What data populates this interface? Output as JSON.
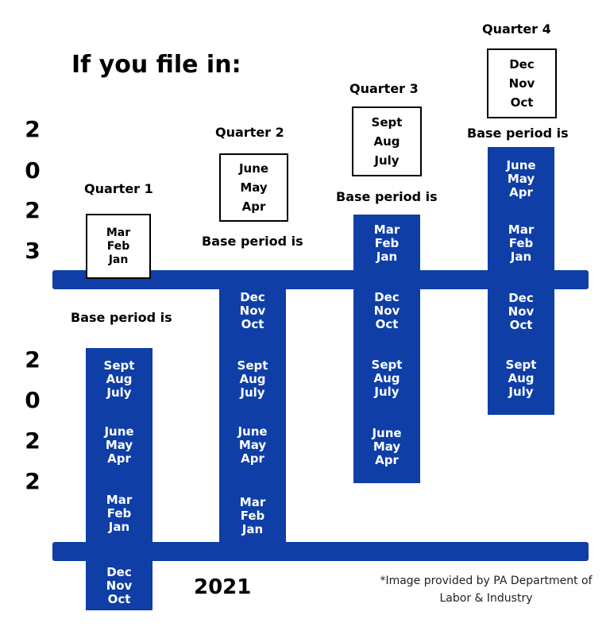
{
  "title": "If you file in:",
  "years": {
    "y2023": [
      "2",
      "0",
      "2",
      "3"
    ],
    "y2022": [
      "2",
      "0",
      "2",
      "2"
    ],
    "y2021": "2021"
  },
  "base_period_label": "Base period is",
  "quarters": [
    {
      "label": "Quarter 1",
      "file_months": [
        "Mar",
        "Feb",
        "Jan"
      ],
      "base_groups": [
        [
          "Sept",
          "Aug",
          "July"
        ],
        [
          "June",
          "May",
          "Apr"
        ],
        [
          "Mar",
          "Feb",
          "Jan"
        ],
        [
          "Dec",
          "Nov",
          "Oct"
        ]
      ]
    },
    {
      "label": "Quarter 2",
      "file_months": [
        "June",
        "May",
        "Apr"
      ],
      "base_groups": [
        [
          "Dec",
          "Nov",
          "Oct"
        ],
        [
          "Sept",
          "Aug",
          "July"
        ],
        [
          "June",
          "May",
          "Apr"
        ],
        [
          "Mar",
          "Feb",
          "Jan"
        ]
      ]
    },
    {
      "label": "Quarter 3",
      "file_months": [
        "Sept",
        "Aug",
        "July"
      ],
      "base_groups": [
        [
          "Mar",
          "Feb",
          "Jan"
        ],
        [
          "Dec",
          "Nov",
          "Oct"
        ],
        [
          "Sept",
          "Aug",
          "July"
        ],
        [
          "June",
          "May",
          "Apr"
        ]
      ]
    },
    {
      "label": "Quarter 4",
      "file_months": [
        "Dec",
        "Nov",
        "Oct"
      ],
      "base_groups": [
        [
          "June",
          "May",
          "Apr"
        ],
        [
          "Mar",
          "Feb",
          "Jan"
        ],
        [
          "Dec",
          "Nov",
          "Oct"
        ],
        [
          "Sept",
          "Aug",
          "July"
        ]
      ]
    }
  ],
  "credit": {
    "line1": "*Image provided by PA Department of",
    "line2": "Labor & Industry"
  },
  "colors": {
    "bar_blue": "#0e3ea6",
    "text_white": "#ffffff"
  }
}
